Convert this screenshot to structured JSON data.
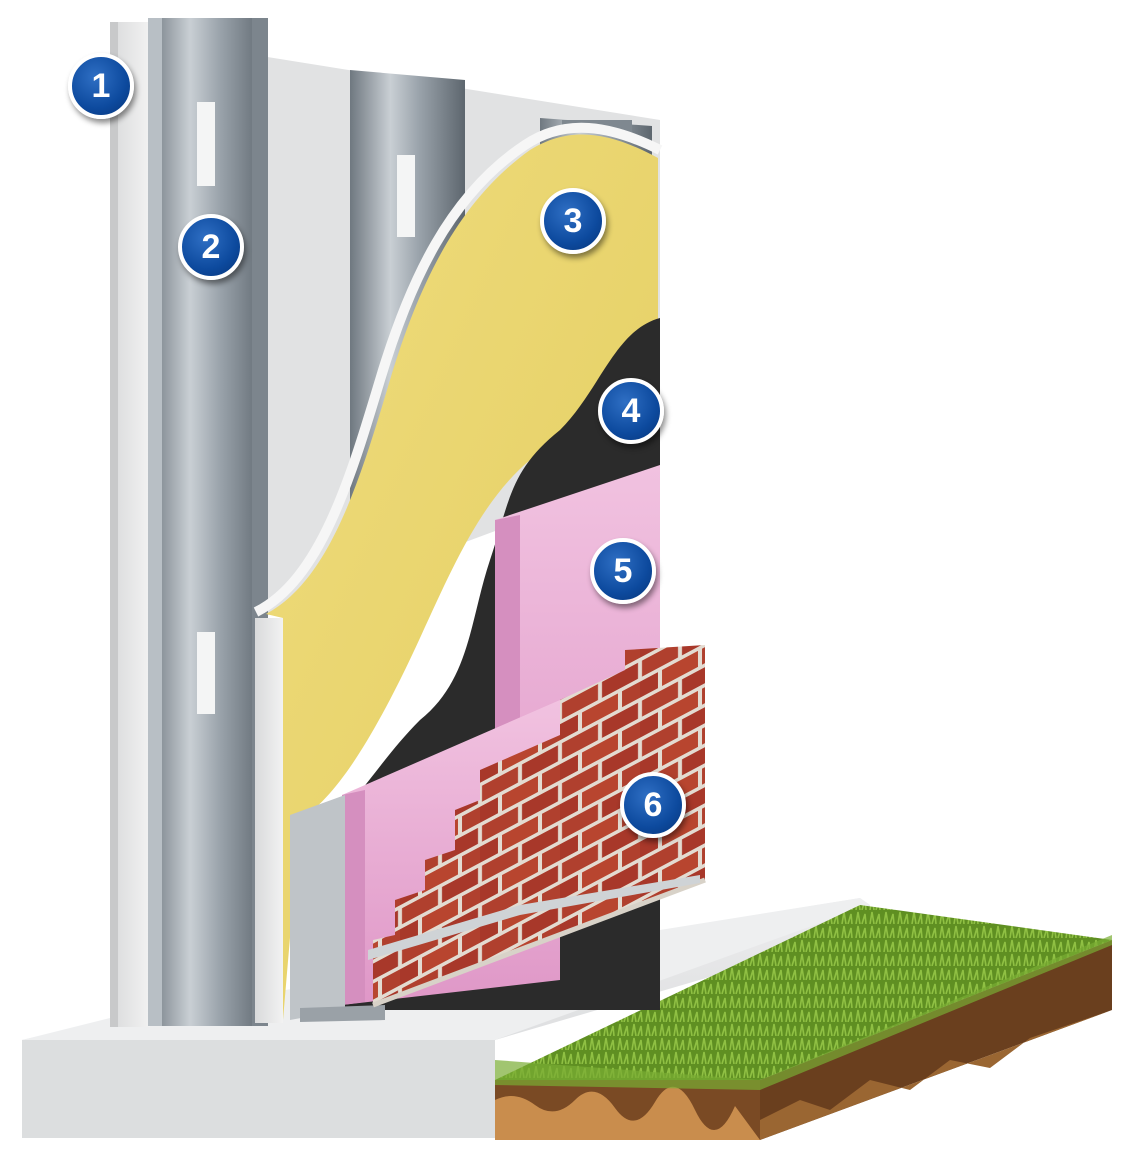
{
  "markers": [
    {
      "label": "1",
      "component": "interior-board"
    },
    {
      "label": "2",
      "component": "steel-stud"
    },
    {
      "label": "3",
      "component": "insulation-batt"
    },
    {
      "label": "4",
      "component": "air-barrier-membrane"
    },
    {
      "label": "5",
      "component": "rigid-foam-insulation"
    },
    {
      "label": "6",
      "component": "brick-veneer"
    }
  ],
  "colors": {
    "badge": "#0d4a9e",
    "badge_border": "#ffffff",
    "steel": "#9aa3ab",
    "board": "#e6e6e6",
    "batt": "#e9d673",
    "membrane": "#2b2b2b",
    "foam": "#e7a9d2",
    "brick": "#b0402e",
    "mortar": "#e3dbd1",
    "concrete": "#e4e5e6",
    "grass": "#6a9c2a",
    "soil": "#7a4a24"
  }
}
